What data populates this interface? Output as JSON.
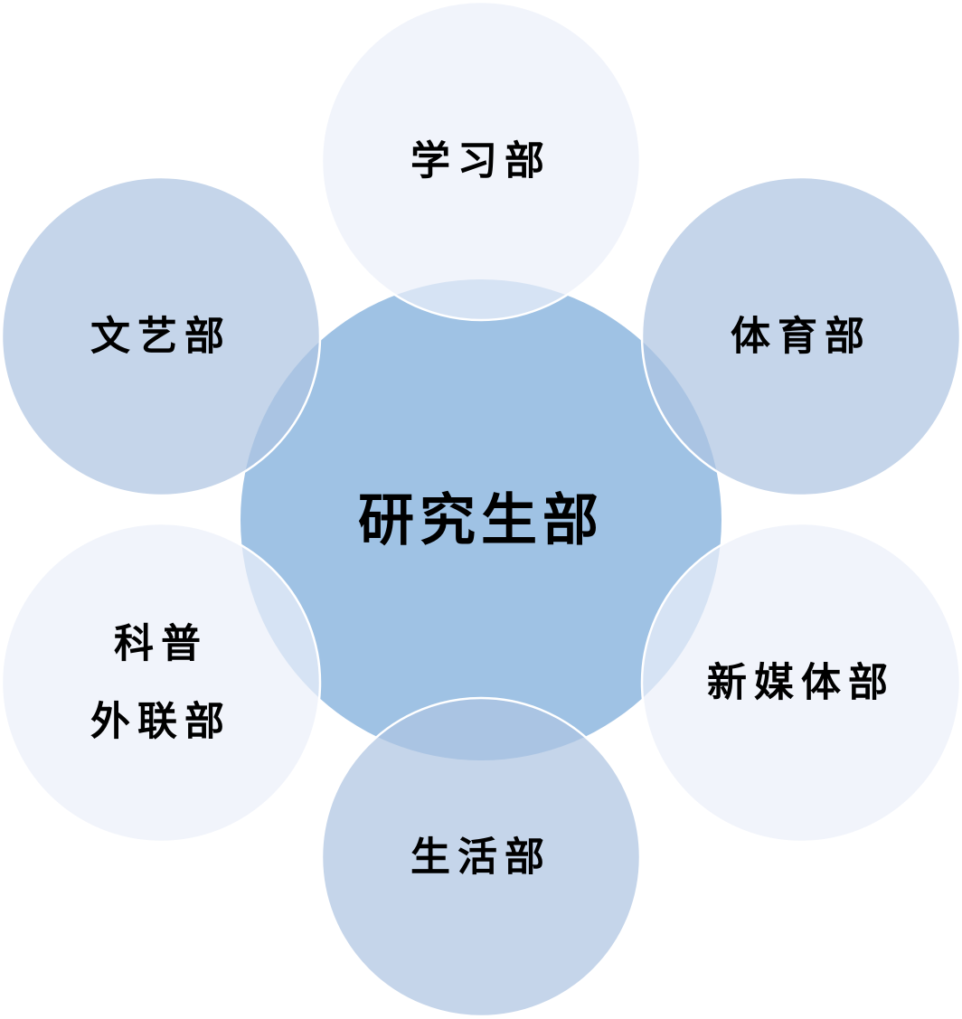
{
  "center": {
    "label": "研究生部",
    "color": "#9FC2E4"
  },
  "departments": [
    {
      "id": "study",
      "lines": [
        "学习部"
      ],
      "color": "#EBF0F9"
    },
    {
      "id": "culture",
      "lines": [
        "文艺部"
      ],
      "color": "#AFC5E2"
    },
    {
      "id": "sports",
      "lines": [
        "体育部"
      ],
      "color": "#AFC5E2"
    },
    {
      "id": "science-outreach",
      "lines": [
        "科普",
        "外联部"
      ],
      "color": "#EBF0F9"
    },
    {
      "id": "new-media",
      "lines": [
        "新媒体部"
      ],
      "color": "#EBF0F9"
    },
    {
      "id": "life",
      "lines": [
        "生活部"
      ],
      "color": "#AFC5E2"
    }
  ]
}
